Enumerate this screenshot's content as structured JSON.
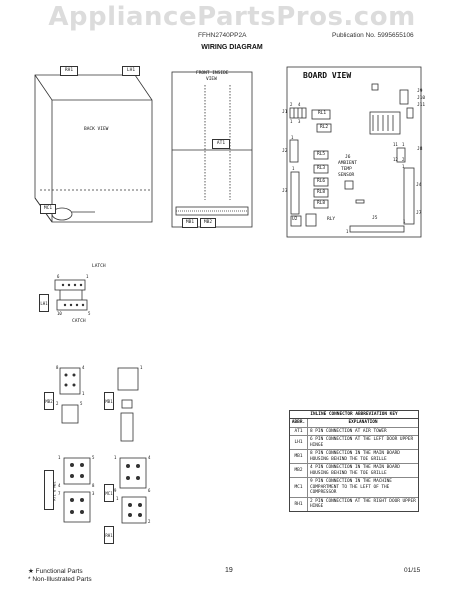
{
  "watermark": "AppliancePartsPros.com",
  "header": {
    "model": "FFHN2740PP2A",
    "publication": "Publication No.  5995655106",
    "title": "WIRING DIAGRAM"
  },
  "back_view": {
    "label": "BACK VIEW",
    "rh_badge": "RH1",
    "lh_badge": "LH1",
    "mc_badge": "MC1"
  },
  "front_view": {
    "label_line1": "FRONT INSIDE",
    "label_line2": "VIEW",
    "at_badge": "AT1",
    "mb1_badge": "MB1",
    "mb2_badge": "MB2"
  },
  "board": {
    "title": "BOARD VIEW",
    "relays": [
      "RL1",
      "RL2",
      "RL5",
      "RL3",
      "RL6",
      "RL8",
      "RL8"
    ],
    "connectors": [
      "J9",
      "J10",
      "J11",
      "J8",
      "J4",
      "J7",
      "J1",
      "J2",
      "J3",
      "J5"
    ],
    "ambient_line1": "J6",
    "ambient_line2": "AMBIENT",
    "ambient_line3": "TEMP",
    "ambient_line4": "SENSOR",
    "u2": "U2",
    "rly": "RLY",
    "pin_labels": [
      "2",
      "4",
      "1",
      "3",
      "1",
      "1",
      "11",
      "1",
      "12",
      "2",
      "1",
      "1",
      "1"
    ]
  },
  "lh1_detail": {
    "badge": "LH1",
    "latch": "LATCH",
    "catch": "CATCH",
    "pins": [
      "6",
      "1",
      "10",
      "5"
    ]
  },
  "mb2_detail": {
    "badge": "MB2",
    "mb1_badge": "MB1",
    "pins": [
      "8",
      "4",
      "1",
      "2",
      "5",
      "1"
    ]
  },
  "bottom_detail": {
    "badge_left": "AT1 & MB1",
    "badge_mid": "MC1",
    "badge_right": "RH1",
    "pins": [
      "1",
      "5",
      "4",
      "8",
      "7",
      "3",
      "1",
      "4",
      "9",
      "6",
      "1",
      "2"
    ]
  },
  "key": {
    "title": "INLINE CONNECTOR ABBREVIATION KEY",
    "col_abbr": "ABBR.",
    "col_exp": "EXPLANATION",
    "rows": [
      {
        "abbr": "AT1",
        "exp": "8 PIN CONNECTION AT AIR TOWER"
      },
      {
        "abbr": "LH1",
        "exp": "6 PIN CONNECTION AT THE LEFT DOOR UPPER HINGE"
      },
      {
        "abbr": "MB1",
        "exp": "8 PIN CONNECTION IN THE MAIN BOARD HOUSING BEHIND THE TOE GRILLE"
      },
      {
        "abbr": "MB2",
        "exp": "4 PIN CONNECTION IN THE MAIN BOARD HOUSING BEHIND THE TOE GRILLE"
      },
      {
        "abbr": "MC1",
        "exp": "9 PIN CONNECTION IN THE MACHINE COMPARTMENT TO THE LEFT OF THE COMPRESSOR"
      },
      {
        "abbr": "RH1",
        "exp": "2 PIN CONNECTION AT THE RIGHT DOOR UPPER HINGE"
      }
    ]
  },
  "footer": {
    "functional": "★ Functional Parts",
    "non_illustrated": "* Non-Illustrated Parts",
    "page": "19",
    "date": "01/15"
  }
}
